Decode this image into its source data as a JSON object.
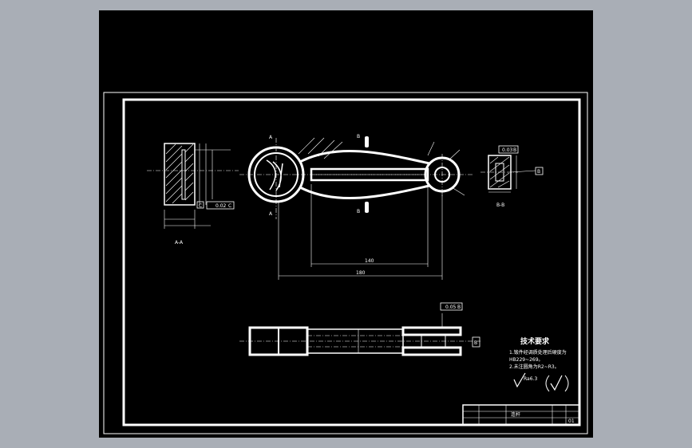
{
  "drawing": {
    "section_label_left": "A-A",
    "section_label_right": "B-B",
    "dim_overall": "180",
    "dim_inner": "140",
    "tol_box_1": "0.02",
    "tol_box_1_ref": "C",
    "tol_box_2": "0.03",
    "tol_box_2_ref": "B",
    "tol_box_3": "0.05",
    "tol_box_3_ref": "B",
    "datum_c": "C",
    "datum_b": "B",
    "datum_b2": "B",
    "tech_title": "技术要求",
    "tech_line1": "1.锻件经调质处理后硬度为",
    "tech_line2": "  HB229~269。",
    "tech_line3": "2.未注圆角为R2~R3。",
    "roughness": "Ra6.3",
    "title_block_name": "连杆",
    "title_block_no": "01"
  }
}
